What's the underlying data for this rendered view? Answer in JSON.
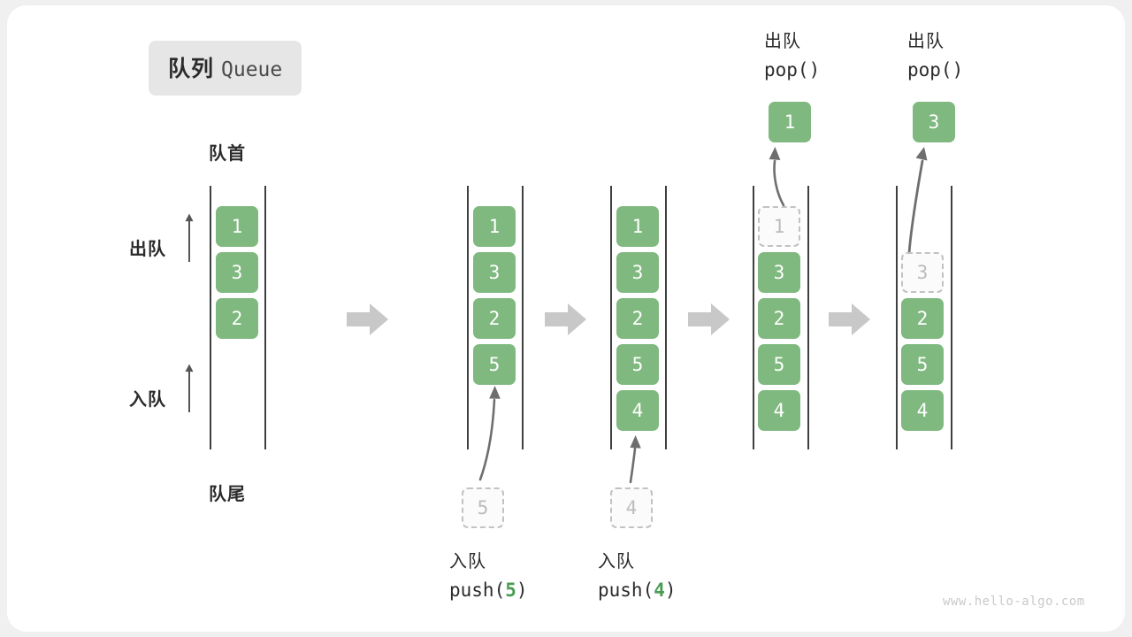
{
  "title": {
    "cn": "队列",
    "en": "Queue"
  },
  "annotations": {
    "head": "队首",
    "tail": "队尾",
    "dequeue": "出队",
    "enqueue": "入队"
  },
  "watermark": "www.hello-algo.com",
  "colors": {
    "cell_fill": "#7fb97f",
    "cell_text": "#ffffff",
    "ghost_border": "#c2c2c2",
    "ghost_text": "#bcbcbc",
    "rail": "#3f3f3f",
    "step_arrow": "#c8c8c8",
    "motion_arrow": "#6e6e6e",
    "accent_number": "#4a9c52",
    "badge_bg": "#e6e6e6",
    "card_bg": "#ffffff",
    "page_bg": "#f0f0f0"
  },
  "stages": [
    {
      "id": "initial",
      "cells": [
        "1",
        "3",
        "2"
      ],
      "ghost": null,
      "popped": null,
      "op_cn": null,
      "op_code": null,
      "op_code_num": null
    },
    {
      "id": "push-5",
      "cells": [
        "1",
        "3",
        "2",
        "5"
      ],
      "ghost": "5",
      "popped": null,
      "op_cn": "入队",
      "op_code_prefix": "push(",
      "op_code_num": "5",
      "op_code_suffix": ")"
    },
    {
      "id": "push-4",
      "cells": [
        "1",
        "3",
        "2",
        "5",
        "4"
      ],
      "ghost": "4",
      "popped": null,
      "op_cn": "入队",
      "op_code_prefix": "push(",
      "op_code_num": "4",
      "op_code_suffix": ")"
    },
    {
      "id": "pop-1",
      "cells": [
        "3",
        "2",
        "5",
        "4"
      ],
      "ghost": "1",
      "popped": "1",
      "op_cn": "出队",
      "op_code_prefix": "pop(",
      "op_code_num": "",
      "op_code_suffix": ")"
    },
    {
      "id": "pop-3",
      "cells": [
        "2",
        "5",
        "4"
      ],
      "ghost": "3",
      "popped": "3",
      "op_cn": "出队",
      "op_code_prefix": "pop(",
      "op_code_num": "",
      "op_code_suffix": ")"
    }
  ]
}
